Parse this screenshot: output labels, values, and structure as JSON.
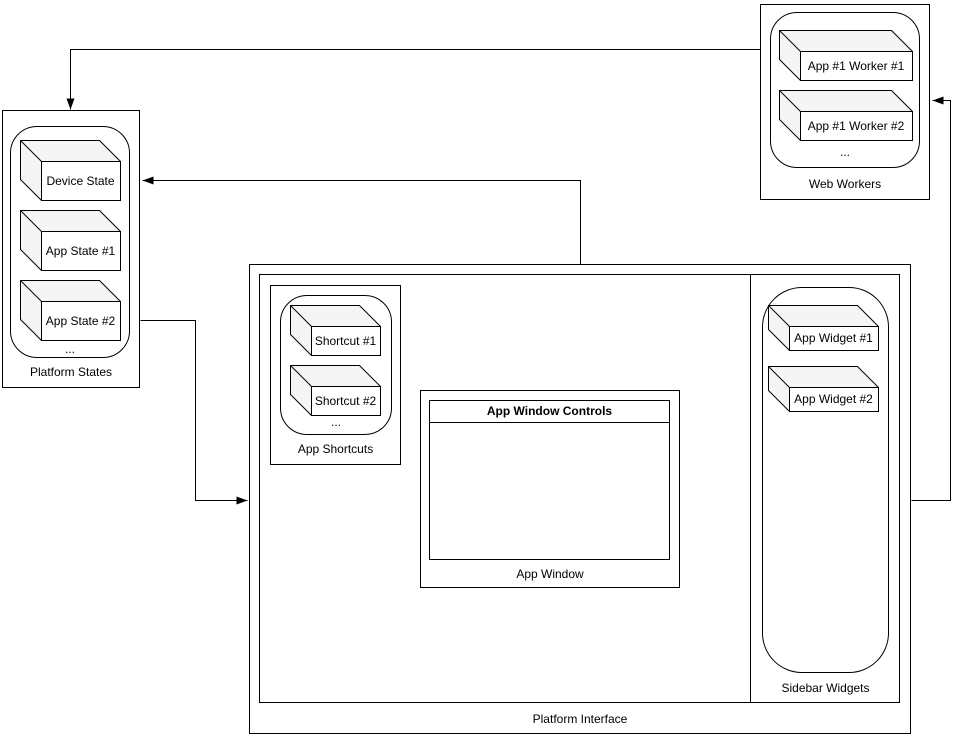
{
  "diagram": {
    "colors": {
      "stroke": "#000000",
      "shape_fill": "#ffffff",
      "cube_shade": "#f5f5f5"
    },
    "web_workers": {
      "label": "Web Workers",
      "ellipsis": "...",
      "items": [
        "App #1 Worker #1",
        "App #1 Worker #2"
      ]
    },
    "platform_states": {
      "label": "Platform States",
      "ellipsis": "...",
      "items": [
        "Device State",
        "App State #1",
        "App State #2"
      ]
    },
    "platform_interface": {
      "label": "Platform Interface",
      "app_shortcuts": {
        "label": "App Shortcuts",
        "ellipsis": "...",
        "items": [
          "Shortcut #1",
          "Shortcut #2"
        ]
      },
      "app_window": {
        "label": "App Window",
        "controls": "App Window Controls"
      },
      "sidebar_widgets": {
        "label": "Sidebar Widgets",
        "items": [
          "App Widget #1",
          "App Widget #2"
        ]
      }
    }
  }
}
